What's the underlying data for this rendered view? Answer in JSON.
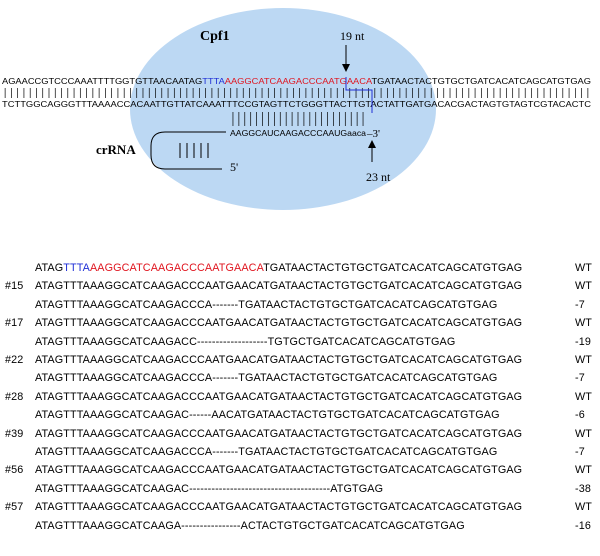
{
  "diagram": {
    "protein_label": "Cpf1",
    "crrna_label": "crRNA",
    "cut_top_label": "19 nt",
    "cut_bottom_label": "23 nt",
    "five_prime": "5'",
    "three_prime": "3'",
    "top_strand": {
      "pre": "AGAACCGTCCCAAATTTTGGTGTTAACAATAG",
      "pam": "TTTA",
      "target": "AAGGCATCAAGACCCAATGAACA",
      "post": "TGATAACTACTGTGCTGATCACATCAGCATGTGAG"
    },
    "bottom_strand": "TCTTGGCAGGGTTTAAAACCACAATTGTTATCAAATTTCCGTAGTTCTGGGTTACTTGTACTATTGATGACACGACTAGTGTAGTCGTACACTC",
    "crrna_seq": "AAGGCAUCAAGACCCAAUGaaca",
    "crrna_tail": "–3'"
  },
  "alignment": {
    "wt": {
      "prefix": "ATAG",
      "pam": "TTTA",
      "target": "AAGGCATCAAGACCCAATGAACA",
      "suffix": "TGATAACTACTGTGCTGATCACATCAGCATGTGAG",
      "value": "WT"
    },
    "rows": [
      {
        "id": "#15",
        "seq": "ATAGTTTAAAGGCATCAAGACCCAATGAACATGATAACTACTGTGCTGATCACATCAGCATGTGAG",
        "value": "WT"
      },
      {
        "id": "",
        "seq": "ATAGTTTAAAGGCATCAAGACCCA-------TGATAACTACTGTGCTGATCACATCAGCATGTGAG",
        "value": "-7"
      },
      {
        "id": "#17",
        "seq": "ATAGTTTAAAGGCATCAAGACCCAATGAACATGATAACTACTGTGCTGATCACATCAGCATGTGAG",
        "value": "WT"
      },
      {
        "id": "",
        "seq": "ATAGTTTAAAGGCATCAAGACC-------------------TGTGCTGATCACATCAGCATGTGAG",
        "value": "-19"
      },
      {
        "id": "#22",
        "seq": "ATAGTTTAAAGGCATCAAGACCCAATGAACATGATAACTACTGTGCTGATCACATCAGCATGTGAG",
        "value": "WT"
      },
      {
        "id": "",
        "seq": "ATAGTTTAAAGGCATCAAGACCCA-------TGATAACTACTGTGCTGATCACATCAGCATGTGAG",
        "value": "-7"
      },
      {
        "id": "#28",
        "seq": "ATAGTTTAAAGGCATCAAGACCCAATGAACATGATAACTACTGTGCTGATCACATCAGCATGTGAG",
        "value": "WT"
      },
      {
        "id": "",
        "seq": "ATAGTTTAAAGGCATCAAGAC------AACATGATAACTACTGTGCTGATCACATCAGCATGTGAG",
        "value": "-6"
      },
      {
        "id": "#39",
        "seq": "ATAGTTTAAAGGCATCAAGACCCAATGAACATGATAACTACTGTGCTGATCACATCAGCATGTGAG",
        "value": "WT"
      },
      {
        "id": "",
        "seq": "ATAGTTTAAAGGCATCAAGACCCA-------TGATAACTACTGTGCTGATCACATCAGCATGTGAG",
        "value": "-7"
      },
      {
        "id": "#56",
        "seq": "ATAGTTTAAAGGCATCAAGACCCAATGAACATGATAACTACTGTGCTGATCACATCAGCATGTGAG",
        "value": "WT"
      },
      {
        "id": "",
        "seq": "ATAGTTTAAAGGCATCAAGAC--------------------------------------ATGTGAG",
        "value": "-38"
      },
      {
        "id": "#57",
        "seq": "ATAGTTTAAAGGCATCAAGACCCAATGAACATGATAACTACTGTGCTGATCACATCAGCATGTGAG",
        "value": "WT"
      },
      {
        "id": "",
        "seq": "ATAGTTTAAAGGCATCAAGA----------------ACTACTGTGCTGATCACATCAGCATGTGAG",
        "value": "-16"
      }
    ]
  },
  "colors": {
    "pam": "#1f2fd6",
    "target": "#e0141e",
    "ellipse": "#bcd8f3",
    "cut_line": "#1f2fd6"
  }
}
